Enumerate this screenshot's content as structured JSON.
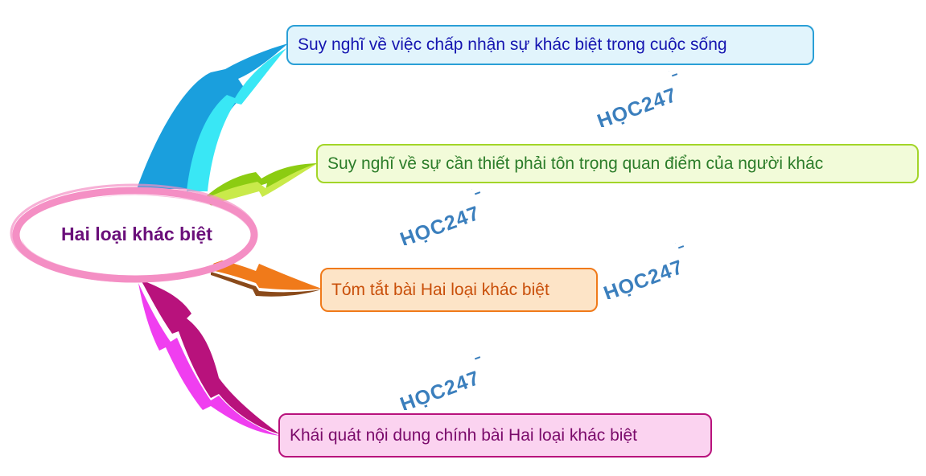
{
  "center": {
    "label": "Hai loại khác biệt",
    "ring_color": "#f48fc4"
  },
  "branches": [
    {
      "label": "Suy nghĩ về việc chấp nhận sự khác biệt trong cuộc sống",
      "color": "#1a9fdd",
      "accent": "#39e7f5"
    },
    {
      "label": "Suy nghĩ về sự cần thiết phải tôn trọng quan điểm của người khác",
      "color": "#8ccc12",
      "accent": "#c9ea4a"
    },
    {
      "label": "Tóm tắt bài Hai loại khác biệt",
      "color": "#f07a1a",
      "accent": "#8a4a1a"
    },
    {
      "label": "Khái quát nội dung chính bài Hai loại khác biệt",
      "color": "#b8127c",
      "accent": "#f03ef0"
    }
  ],
  "watermark": {
    "text": "HỌC247",
    "color": "#3b7fbd"
  }
}
